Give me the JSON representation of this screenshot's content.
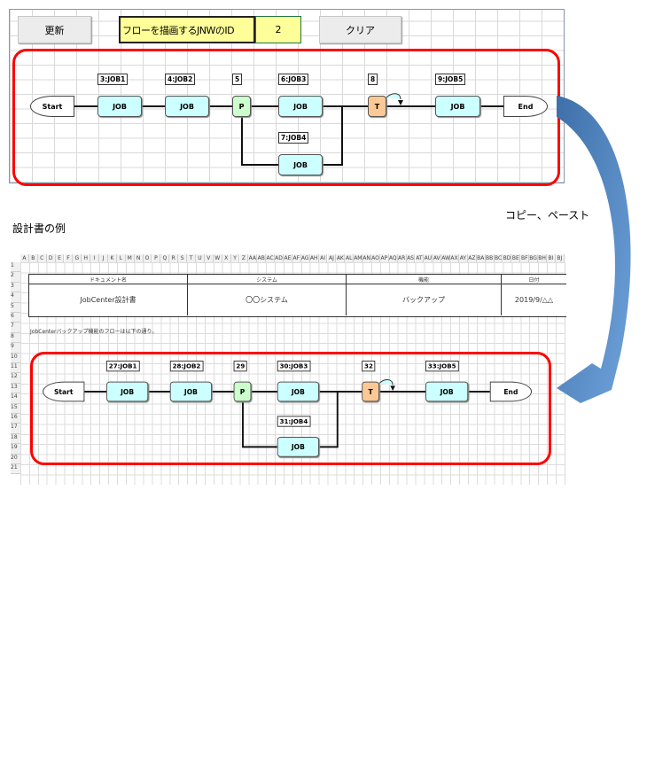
{
  "top": {
    "update_label": "更新",
    "id_label": "フローを描画するJNWのID",
    "id_value": "2",
    "clear_label": "クリア",
    "diagram": {
      "start": "Start",
      "end": "End",
      "nodes": [
        {
          "label": "3:JOB1",
          "text": "JOB",
          "type": "job"
        },
        {
          "label": "4:JOB2",
          "text": "JOB",
          "type": "job"
        },
        {
          "label": "5",
          "text": "P",
          "type": "p"
        },
        {
          "label": "6:JOB3",
          "text": "JOB",
          "type": "job"
        },
        {
          "label": "7:JOB4",
          "text": "JOB",
          "type": "job"
        },
        {
          "label": "8",
          "text": "T",
          "type": "t"
        },
        {
          "label": "9:JOB5",
          "text": "JOB",
          "type": "job"
        }
      ]
    }
  },
  "copy_label": "コピー、ペースト",
  "example_title": "設計書の例",
  "sheet": {
    "columns": [
      "A",
      "B",
      "C",
      "D",
      "E",
      "F",
      "G",
      "H",
      "I",
      "J",
      "K",
      "L",
      "M",
      "N",
      "O",
      "P",
      "Q",
      "R",
      "S",
      "T",
      "U",
      "V",
      "W",
      "X",
      "Y",
      "Z",
      "AA",
      "AB",
      "AC",
      "AD",
      "AE",
      "AF",
      "AG",
      "AH",
      "AI",
      "AJ",
      "AK",
      "AL",
      "AM",
      "AN",
      "AO",
      "AP",
      "AQ",
      "AR",
      "AS",
      "AT",
      "AU",
      "AV",
      "AW",
      "AX",
      "AY",
      "AZ",
      "BA",
      "BB",
      "BC",
      "BD",
      "BE",
      "BF",
      "BG",
      "BH",
      "BI",
      "BJ"
    ],
    "rows": [
      "1",
      "2",
      "3",
      "4",
      "5",
      "6",
      "7",
      "8",
      "9",
      "10",
      "11",
      "12",
      "13",
      "14",
      "15",
      "16",
      "17",
      "18",
      "19",
      "20",
      "21"
    ],
    "table": {
      "headers": [
        "ドキュメント名",
        "システム",
        "機能",
        "日付"
      ],
      "values": [
        "JobCenter設計書",
        "〇〇システム",
        "バックアップ",
        "2019/9/△△"
      ]
    },
    "note": "JobCenterバックアップ機能のフローは以下の通り。",
    "diagram": {
      "start": "Start",
      "end": "End",
      "nodes": [
        {
          "label": "27:JOB1",
          "text": "JOB",
          "type": "job"
        },
        {
          "label": "28:JOB2",
          "text": "JOB",
          "type": "job"
        },
        {
          "label": "29",
          "text": "P",
          "type": "p"
        },
        {
          "label": "30:JOB3",
          "text": "JOB",
          "type": "job"
        },
        {
          "label": "31:JOB4",
          "text": "JOB",
          "type": "job"
        },
        {
          "label": "32",
          "text": "T",
          "type": "t"
        },
        {
          "label": "33:JOB5",
          "text": "JOB",
          "type": "job"
        }
      ]
    }
  },
  "colors": {
    "highlight": "#ff0000",
    "arrow": "#4f81bd",
    "job": "#ccffff",
    "p": "#ccffcc",
    "t": "#fcc995",
    "input": "#ffff99"
  }
}
